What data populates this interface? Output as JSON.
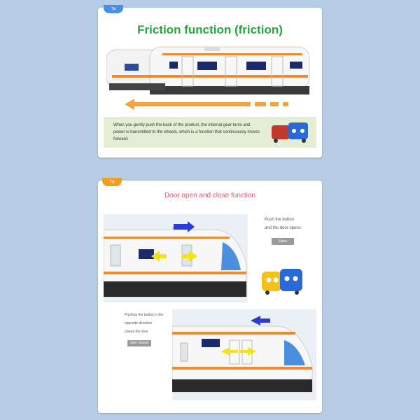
{
  "colors": {
    "background": "#b7cce5",
    "card": "#ffffff",
    "title_green": "#22a83a",
    "title_pink": "#e0506a",
    "train_orange": "#f08a30",
    "arrow_blue": "#2a3bd8",
    "arrow_yellow": "#f2e415",
    "note_green": "#e3eed5"
  },
  "friction": {
    "tag": "Tip",
    "title": "Friction function (friction)",
    "description": "When you gently push the back of the product, the internal gear turns and power is transmitted to the wheels, which is a function that continuously moves forward."
  },
  "door": {
    "tag": "Tip",
    "title": "Door open and close function",
    "push_text_1": "Push the button",
    "push_text_2": "and the door opens",
    "button_open": "Open",
    "left_text_1": "Pushing the button in the",
    "left_text_2": "opposite direction",
    "left_text_3": "closes the door",
    "button_close": "door closed"
  }
}
